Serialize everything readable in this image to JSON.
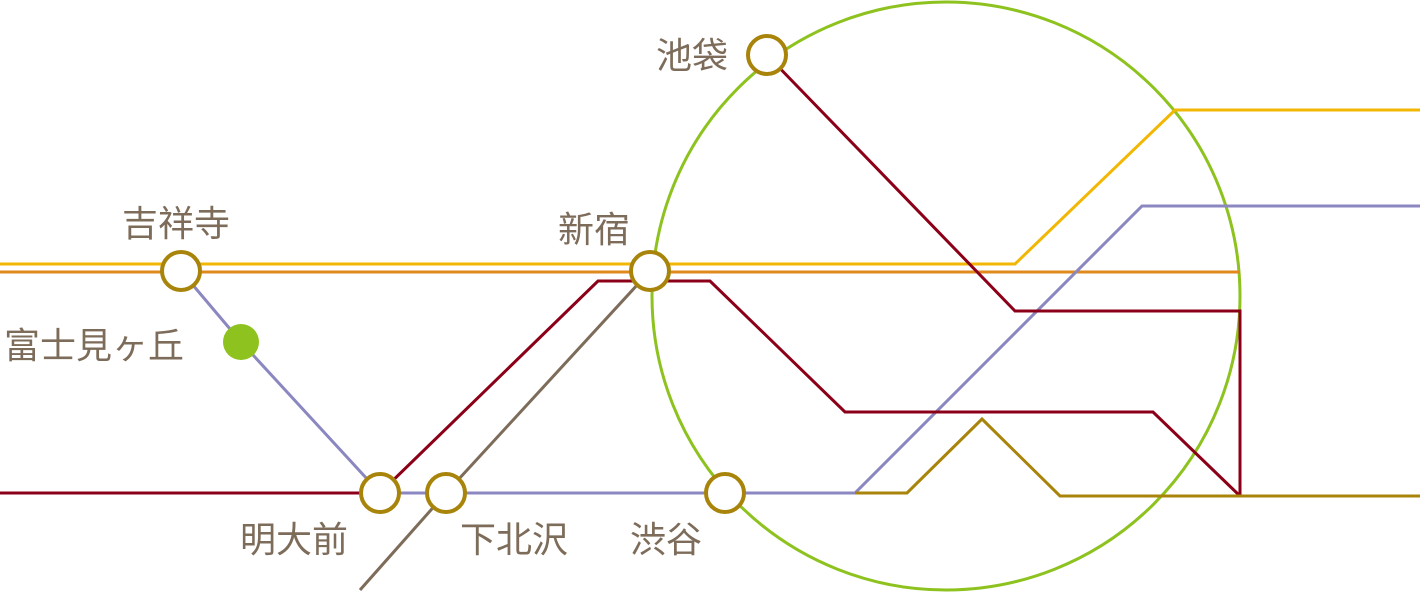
{
  "stations": {
    "ikebukuro": "池袋",
    "kichijoji": "吉祥寺",
    "shinjuku": "新宿",
    "fujimigaoka": "富士見ヶ丘",
    "meidaimae": "明大前",
    "shimokitazawa": "下北沢",
    "shibuya": "渋谷"
  },
  "colors": {
    "yamanote": "#8dc21f",
    "chuo": "#f2b705",
    "orange": "#e08a1e",
    "inokashira": "#8b87c0",
    "keio": "#8b0018",
    "odakyu": "#7d6c5a",
    "olive": "#a8840a",
    "station_ring": "#a8840a",
    "label": "#7d6c5a"
  }
}
